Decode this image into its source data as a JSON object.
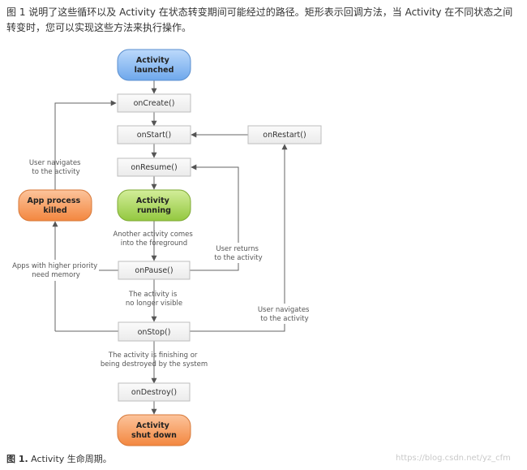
{
  "intro_text": "图 1 说明了这些循环以及 Activity 在状态转变期间可能经过的路径。矩形表示回调方法，当 Activity 在不同状态之间转变时，您可以实现这些方法来执行操作。",
  "diagram": {
    "states": {
      "launched": [
        "Activity",
        "launched"
      ],
      "running": [
        "Activity",
        "running"
      ],
      "killed": [
        "App process",
        "killed"
      ],
      "shutdown": [
        "Activity",
        "shut down"
      ]
    },
    "callbacks": {
      "oncreate": "onCreate()",
      "onstart": "onStart()",
      "onresume": "onResume()",
      "onpause": "onPause()",
      "onstop": "onStop()",
      "ondestroy": "onDestroy()",
      "onrestart": "onRestart()"
    },
    "notes": {
      "user_navigates_to": [
        "User navigates",
        "to the activity"
      ],
      "another_activity": [
        "Another activity comes",
        "into the foreground"
      ],
      "higher_priority": [
        "Apps with higher priority",
        "need memory"
      ],
      "user_returns": [
        "User returns",
        "to the activity"
      ],
      "no_longer_visible": [
        "The activity is",
        "no longer visible"
      ],
      "user_navigates_to_right": [
        "User navigates",
        "to the activity"
      ],
      "finishing": [
        "The activity is finishing or",
        "being destroyed by the system"
      ]
    },
    "colors": {
      "launched": "#7fb6f0",
      "running": "#a8d45e",
      "killed": "#f59a5a",
      "shutdown": "#f59a5a",
      "callback_fill": "#f4f4f4",
      "line": "#666666"
    }
  },
  "caption": {
    "label": "图 1.",
    "text": " Activity 生命周期。"
  },
  "watermark": "https://blog.csdn.net/yz_cfm"
}
